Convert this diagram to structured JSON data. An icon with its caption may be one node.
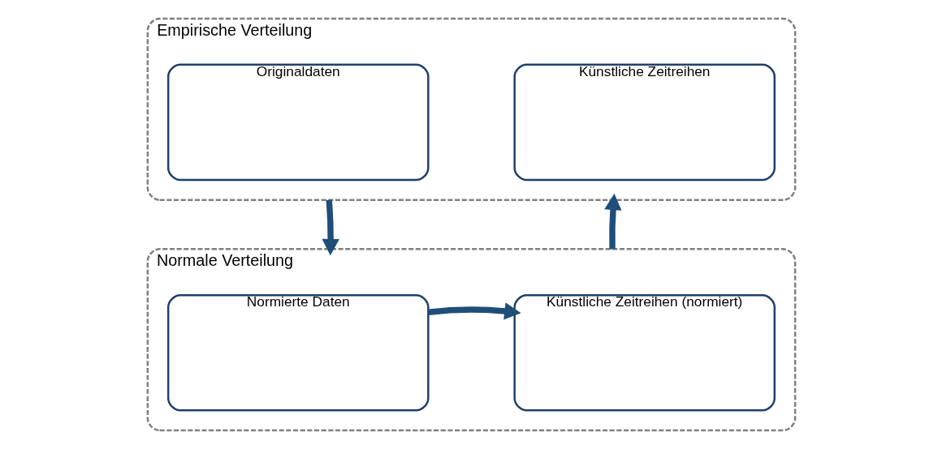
{
  "diagram": {
    "nodes": [
      {
        "text": [
          "Empirische Verteilung"
        ]
      },
      {
        "text": [
          "Originaldaten"
        ],
        "in": 0
      },
      {
        "text": [
          "Künstliche Zeitreihen"
        ],
        "in": 0
      },
      {
        "text": [
          "Normale Verteilung"
        ]
      },
      {
        "text": [
          "Normierte Daten"
        ],
        "in": 3
      },
      {
        "text": [
          "Künstliche Zeitreihen (normiert)"
        ],
        "in": 3
      }
    ],
    "edges": [
      {
        "from": 0,
        "to": 3,
        "arrow": "to"
      },
      {
        "from": 4,
        "to": 5,
        "arrow": "to"
      },
      {
        "from": 3,
        "to": 0,
        "arrow": "to"
      }
    ]
  }
}
